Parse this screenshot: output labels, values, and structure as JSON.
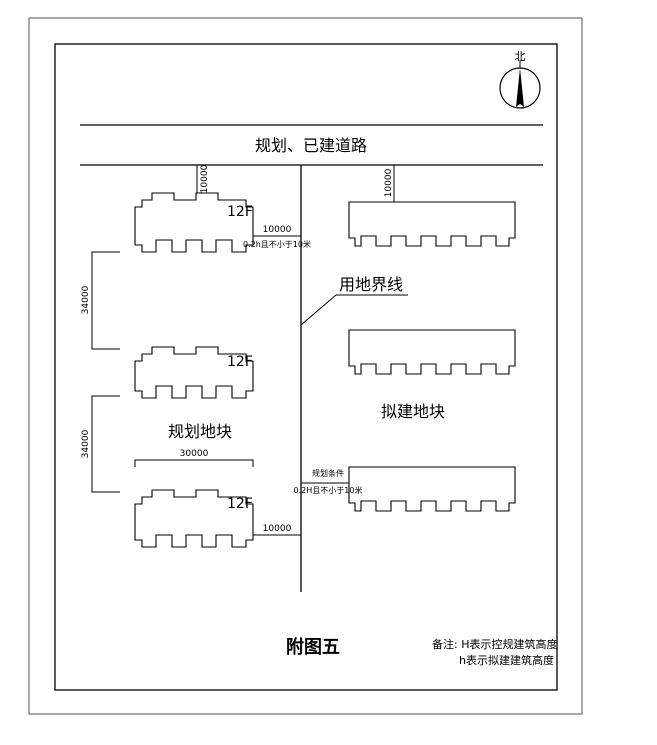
{
  "north_label": "北",
  "road_label": "规划、已建道路",
  "boundary_label": "用地界线",
  "planned_plot_label": "规划地块",
  "proposed_plot_label": "拟建地块",
  "figure_title": "附图五",
  "note_line1": "备注: H表示控规建筑高度",
  "note_line2": "h表示拟建建筑高度",
  "floor_label_1": "12F",
  "floor_label_2": "12F",
  "floor_label_3": "12F",
  "dim_top_left_setback": "10000",
  "dim_top_right_setback": "10000",
  "dim_gap_to_boundary_top": "10000",
  "dim_gap_condition_top": "0.2h且不小于10米",
  "dim_spacing_upper": "34000",
  "dim_spacing_lower": "34000",
  "dim_building_width": "30000",
  "dim_gap_to_boundary_bottom": "10000",
  "planning_condition_label": "规划条件",
  "planning_condition_value": "0.2H且不小于10米"
}
